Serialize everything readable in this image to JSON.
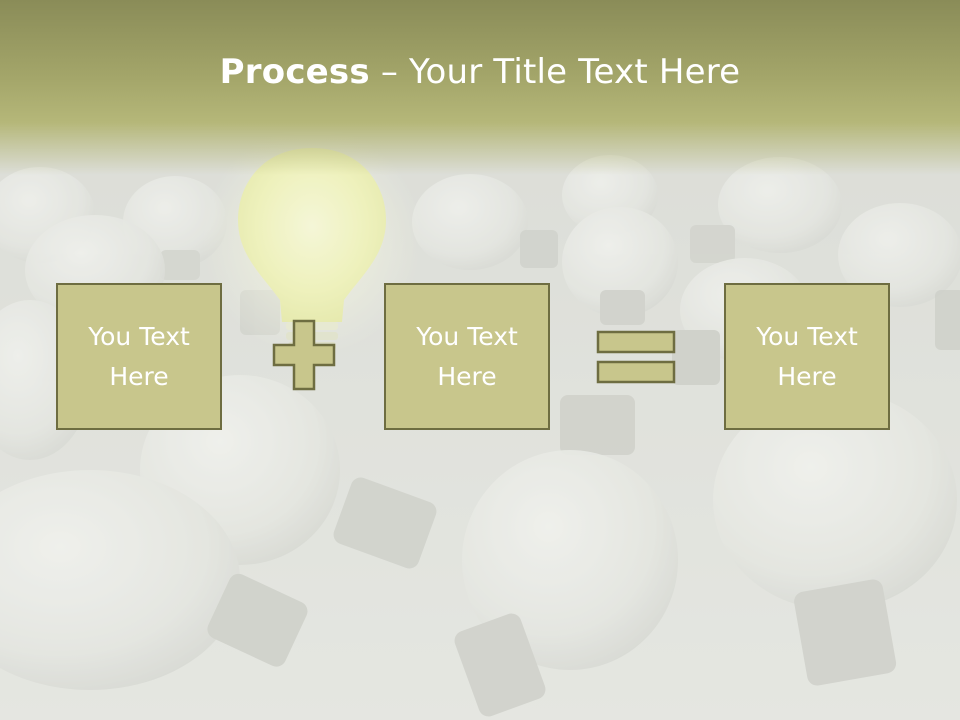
{
  "slide": {
    "title_bold": "Process",
    "title_separator": " – ",
    "title_rest": "Your Title Text Here",
    "boxes": [
      {
        "text": "You Text Here"
      },
      {
        "text": "You Text Here"
      },
      {
        "text": "You Text Here"
      }
    ],
    "operators": [
      "plus",
      "equals"
    ],
    "colors": {
      "header": "#a4a66a",
      "box_fill": "#c8c68c",
      "box_border": "#6e6d41",
      "text": "#ffffff",
      "background": "#dedfda",
      "glowing_bulb": "#f7f9b0"
    },
    "background_image": "field of light bulbs with one glowing bulb"
  }
}
